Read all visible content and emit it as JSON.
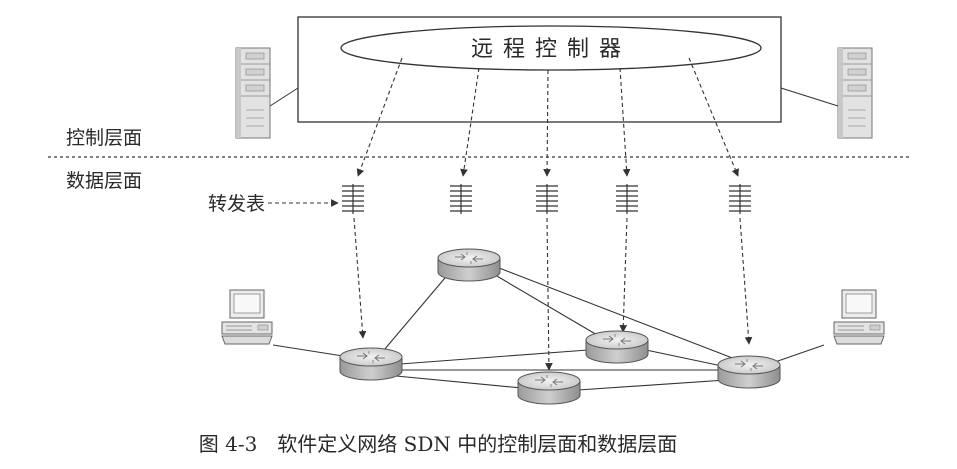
{
  "controller_label": "远程控制器",
  "control_plane_label": "控制层面",
  "data_plane_label": "数据层面",
  "forwarding_table_label": "转发表",
  "caption": "图 4-3　软件定义网络 SDN 中的控制层面和数据层面",
  "icons": {
    "server": "server-icon",
    "router": "router-icon",
    "host": "host-computer-icon",
    "table": "forwarding-table-icon"
  },
  "colors": {
    "line": "#333333",
    "router_top": "#d9d9d9",
    "router_body": "#b8b8b8",
    "device_fill": "#e6e6e6"
  }
}
